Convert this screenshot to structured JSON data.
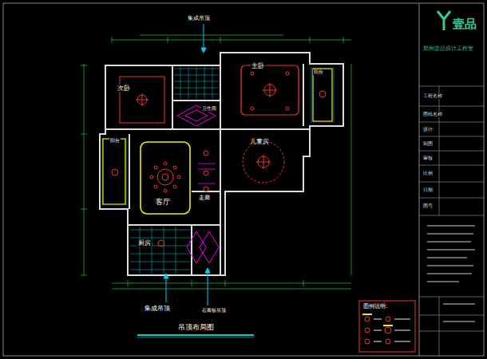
{
  "diagram": {
    "caption": "吊顶布局图",
    "nodes": [
      {
        "text": [
          "次卧"
        ]
      },
      {
        "text": [
          "卫生间"
        ]
      },
      {
        "text": [
          "主卧"
        ]
      },
      {
        "text": [
          "阳台"
        ]
      },
      {
        "text": [
          "阳台"
        ]
      },
      {
        "text": [
          "客厅"
        ]
      },
      {
        "text": [
          "儿童房"
        ]
      },
      {
        "text": [
          "走廊"
        ]
      },
      {
        "text": [
          "厨房"
        ]
      }
    ],
    "labels": [
      "集成吊顶",
      "集成吊顶",
      "石膏板吊顶",
      "壹品",
      "郑州壹品设计工作室",
      "工程名称",
      "图纸名称",
      "设计",
      "制图",
      "审核",
      "比例",
      "日期",
      "图号",
      "图例说明:"
    ]
  }
}
